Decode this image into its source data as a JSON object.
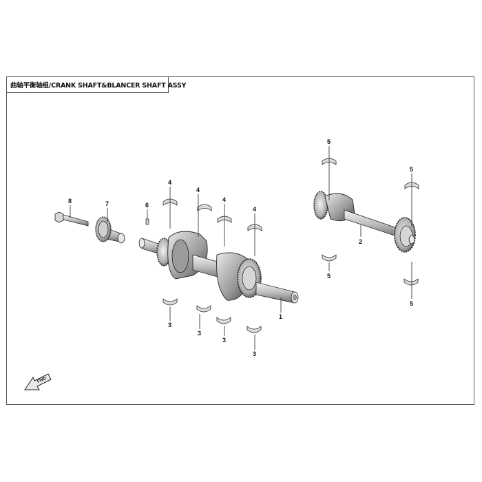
{
  "title": "曲轴平衡轴组/CRANK SHAFT&BLANCER SHAFT ASSY",
  "fwd_label": "FWD",
  "callouts": {
    "c8": "8",
    "c7": "7",
    "c6": "6",
    "c4a": "4",
    "c4b": "4",
    "c4c": "4",
    "c4d": "4",
    "c3a": "3",
    "c3b": "3",
    "c3c": "3",
    "c3d": "3",
    "c1": "1",
    "c2": "2",
    "c5a": "5",
    "c5b": "5",
    "c5c": "5",
    "c5d": "5"
  }
}
